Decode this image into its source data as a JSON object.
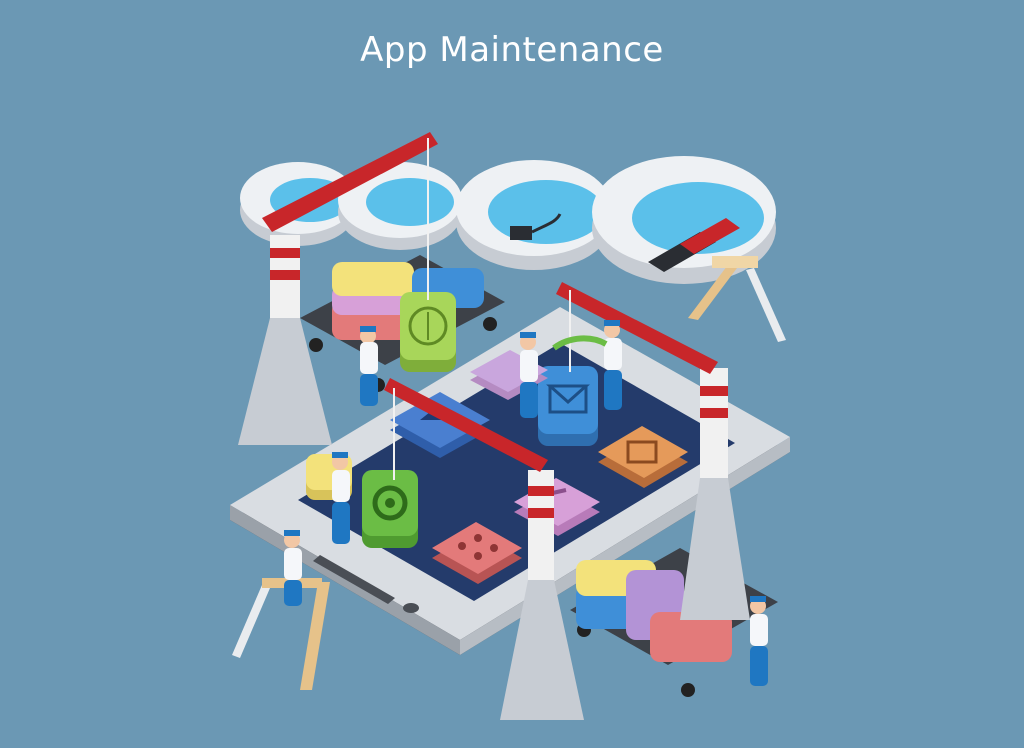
{
  "title": "App Maintenance",
  "colors": {
    "background": "#6b98b4",
    "title": "#ffffff",
    "crane_red": "#c8262a",
    "screen": "#243b6b",
    "cloud_blue": "#5bc0ea",
    "worker_uniform": "#1f77c2"
  },
  "clouds": [
    {
      "name": "cloud-empty-1",
      "icon": null
    },
    {
      "name": "cloud-empty-2",
      "icon": null
    },
    {
      "name": "cloud-usb-adapter",
      "icon": "usb-adapter-icon"
    },
    {
      "name": "cloud-usb-stick",
      "icon": "usb-stick-icon"
    }
  ],
  "app_tiles": [
    {
      "name": "gear-app-tile",
      "icon": "gear-icon",
      "color": "#6bbd45"
    },
    {
      "name": "mail-app-tile",
      "icon": "mail-icon",
      "color": "#3f8fd8"
    },
    {
      "name": "compass-app-tile",
      "icon": "compass-icon",
      "color": "#a8d65a"
    },
    {
      "name": "calculator-app-tile",
      "icon": "calculator-icon",
      "color": "#e37a7a"
    },
    {
      "name": "calendar-app-tile",
      "icon": "calendar-icon",
      "color": "#e59a5a"
    },
    {
      "name": "music-app-tile",
      "icon": "music-icon",
      "color": "#d7a0d8"
    },
    {
      "name": "navigation-app-tile",
      "icon": "navigation-icon",
      "color": "#4a7fd0"
    }
  ]
}
